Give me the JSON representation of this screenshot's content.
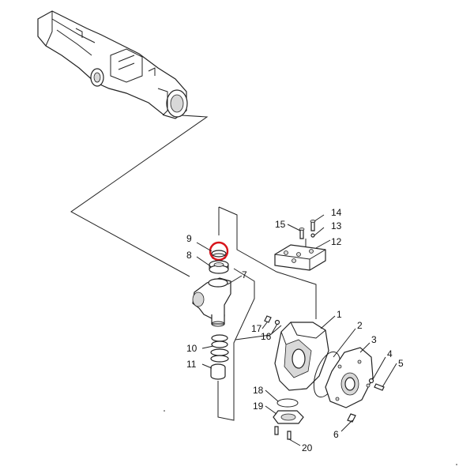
{
  "callouts": [
    {
      "id": "1",
      "label": "1"
    },
    {
      "id": "2",
      "label": "2"
    },
    {
      "id": "3",
      "label": "3"
    },
    {
      "id": "4",
      "label": "4"
    },
    {
      "id": "5",
      "label": "5"
    },
    {
      "id": "6",
      "label": "6"
    },
    {
      "id": "7",
      "label": "7"
    },
    {
      "id": "8",
      "label": "8"
    },
    {
      "id": "9",
      "label": "9"
    },
    {
      "id": "10",
      "label": "10"
    },
    {
      "id": "11",
      "label": "11"
    },
    {
      "id": "12",
      "label": "12"
    },
    {
      "id": "13",
      "label": "13"
    },
    {
      "id": "14",
      "label": "14"
    },
    {
      "id": "15",
      "label": "15"
    },
    {
      "id": "16",
      "label": "16"
    },
    {
      "id": "17",
      "label": "17"
    },
    {
      "id": "18",
      "label": "18"
    },
    {
      "id": "19",
      "label": "19"
    },
    {
      "id": "20",
      "label": "20"
    }
  ],
  "highlighted_part": "9",
  "highlight_color": "#d8141b",
  "line_color": "#222222"
}
